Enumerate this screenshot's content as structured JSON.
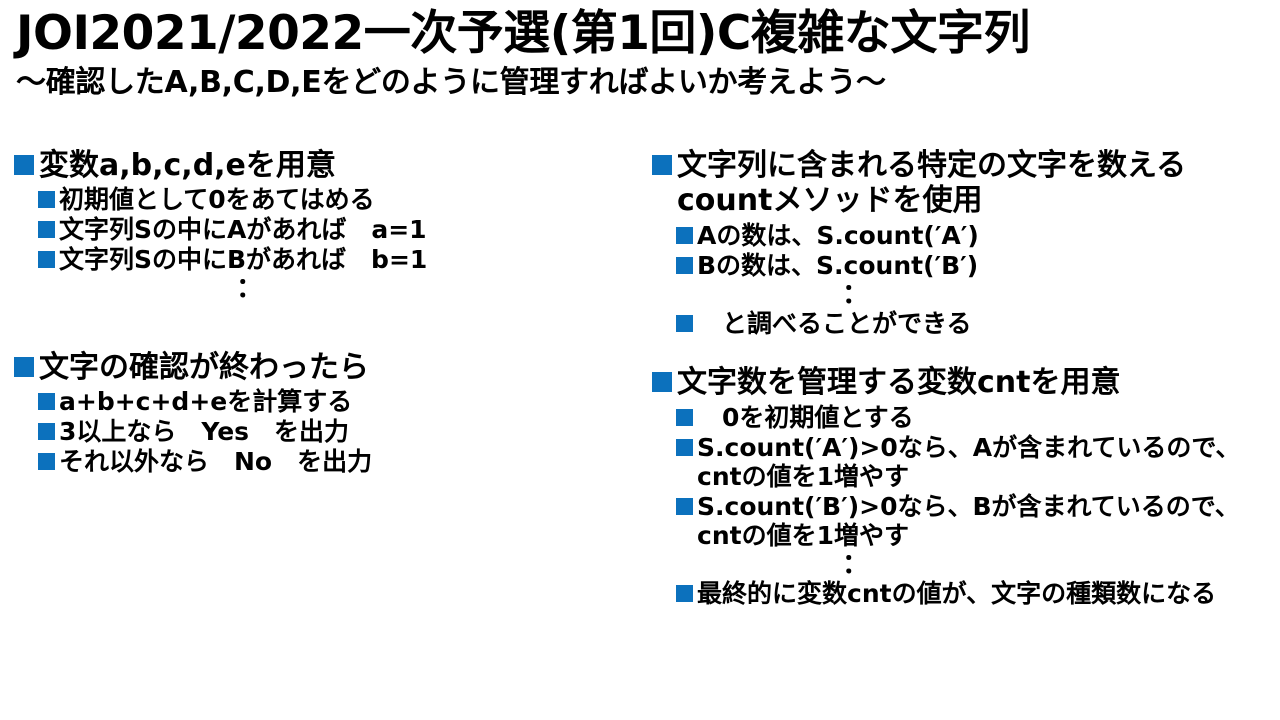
{
  "slide": {
    "title": "JOI2021/2022一次予選(第1回)C複雑な文字列",
    "subtitle": "〜確認したA,B,C,D,Eをどのように管理すればよいか考えよう〜",
    "accent_color": "#0C71BD",
    "text_color": "#000000",
    "background_color": "#FFFFFF"
  },
  "left_column": {
    "section1": {
      "heading": "変数a,b,c,d,eを用意",
      "items": [
        "初期値として0をあてはめる",
        "文字列Sの中にAがあれば　a=1",
        "文字列Sの中にBがあれば　b=1"
      ],
      "ellipsis": "："
    },
    "section2": {
      "heading": "文字の確認が終わったら",
      "items": [
        "a+b+c+d+eを計算する",
        "3以上なら　Yes　を出力",
        "それ以外なら　No　を出力"
      ]
    }
  },
  "right_column": {
    "section1": {
      "heading": "文字列に含まれる特定の文字を数えるcountメソッドを使用",
      "items": [
        "Aの数は、S.count(′A′)",
        "Bの数は、S.count(′B′)"
      ],
      "ellipsis": "：",
      "closing_item": "　と調べることができる"
    },
    "section2": {
      "heading": "文字数を管理する変数cntを用意",
      "items": [
        "　0を初期値とする",
        "S.count(′A′)>0なら、Aが含まれているので、cntの値を1増やす",
        "S.count(′B′)>0なら、Bが含まれているので、cntの値を1増やす"
      ],
      "ellipsis": "：",
      "closing_item": "最終的に変数cntの値が、文字の種類数になる"
    }
  }
}
